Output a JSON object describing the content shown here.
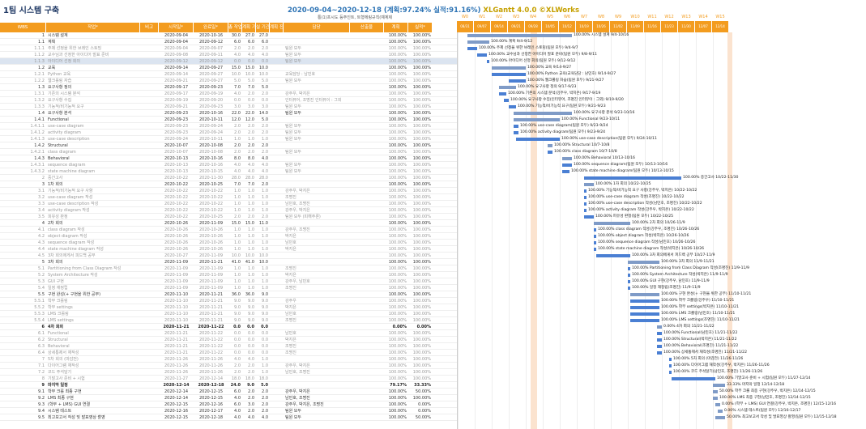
{
  "title": "1팀 시스템 구축",
  "period": "2020-09-04~2020-12-18 (계획:97.24% 실적:91.16%)",
  "brand": "XLGantt 4.0.0 ©XLWorks",
  "legend": "통(1)프시도 등주인트, 트형에링규칙(예계제",
  "headers": [
    "WBS",
    "작업*",
    "비고",
    "시작일*",
    "완료일*",
    "총 작업일",
    "계획 기간",
    "실 기간",
    "계획 진척",
    "담당",
    "산출물",
    "계획",
    "실적*"
  ],
  "weeks": [
    {
      "w": "W0",
      "d": "08/31"
    },
    {
      "w": "W1",
      "d": "09/07"
    },
    {
      "w": "W2",
      "d": "09/14"
    },
    {
      "w": "W3",
      "d": "09/21"
    },
    {
      "w": "W4",
      "d": "09/28"
    },
    {
      "w": "W5",
      "d": "10/05"
    },
    {
      "w": "W6",
      "d": "10/12"
    },
    {
      "w": "W7",
      "d": "10/19"
    },
    {
      "w": "W8",
      "d": "10/26"
    },
    {
      "w": "W9",
      "d": "11/02"
    },
    {
      "w": "W10",
      "d": "11/09"
    },
    {
      "w": "W11",
      "d": "11/16"
    },
    {
      "w": "W12",
      "d": "11/23"
    },
    {
      "w": "W13",
      "d": "11/30"
    },
    {
      "w": "W14",
      "d": "12/07"
    },
    {
      "w": "W15",
      "d": "12/14"
    }
  ],
  "rows": [
    {
      "wbs": "1",
      "task": "시스템 설계",
      "s": "2020-09-04",
      "e": "2020-10-16",
      "a": "30.0",
      "b": "27.0",
      "c": "27.0",
      "o": "",
      "p": "100.00%",
      "r": "100.00%",
      "l": 2
    },
    {
      "wbs": "1.1",
      "task": "계획",
      "s": "2020-09-04",
      "e": "2020-09-12",
      "a": "6.0",
      "b": "6.0",
      "c": "6.0",
      "o": "",
      "p": "100.00%",
      "r": "100.00%",
      "l": 2
    },
    {
      "wbs": "1.1.1",
      "task": "주제 선정을 위한 브레인 스토밍",
      "s": "2020-09-04",
      "e": "2020-09-07",
      "a": "2.0",
      "b": "2.0",
      "c": "2.0",
      "o": "팀원 모두",
      "p": "100.00%",
      "r": "100.00%",
      "l": 3
    },
    {
      "wbs": "1.1.2",
      "task": "교수님과 선정한 아이디어 발표 준비",
      "s": "2020-09-08",
      "e": "2020-09-11",
      "a": "4.0",
      "b": "4.0",
      "c": "4.0",
      "o": "팀원 모두",
      "p": "100.00%",
      "r": "100.00%",
      "l": 3
    },
    {
      "wbs": "1.1.3",
      "task": "아이디어 선정 회의",
      "s": "2020-09-12",
      "e": "2020-09-12",
      "a": "0.0",
      "b": "0.0",
      "c": "0.0",
      "o": "팀원 모두",
      "p": "100.00%",
      "r": "100.00%",
      "l": 3
    },
    {
      "wbs": "1.2",
      "task": "교육",
      "s": "2020-09-14",
      "e": "2020-09-27",
      "a": "15.0",
      "b": "15.0",
      "c": "10.0",
      "o": "",
      "p": "100.00%",
      "r": "100.00%",
      "l": 2
    },
    {
      "wbs": "1.2.1",
      "task": "Python 교육",
      "s": "2020-09-14",
      "e": "2020-09-27",
      "a": "10.0",
      "b": "10.0",
      "c": "10.0",
      "o": "교육담당 : 남민호",
      "p": "100.00%",
      "r": "100.00%",
      "l": 3
    },
    {
      "wbs": "1.2.2",
      "task": "웹크롤링 자습",
      "s": "2020-09-21",
      "e": "2020-09-27",
      "a": "5.0",
      "b": "5.0",
      "c": "5.0",
      "o": "팀원 모두",
      "p": "100.00%",
      "r": "100.00%",
      "l": 3
    },
    {
      "wbs": "1.3",
      "task": "요구사항 정의",
      "s": "2020-09-17",
      "e": "2020-09-23",
      "a": "7.0",
      "b": "7.0",
      "c": "5.0",
      "o": "",
      "p": "100.00%",
      "r": "100.00%",
      "l": 2
    },
    {
      "wbs": "1.3.1",
      "task": "기존의 시스템 분석",
      "s": "2020-09-17",
      "e": "2020-09-19",
      "a": "4.0",
      "b": "2.0",
      "c": "2.0",
      "o": "강주우, 박지은",
      "p": "100.00%",
      "r": "100.00%",
      "l": 3
    },
    {
      "wbs": "1.3.2",
      "task": "요구사항 수집",
      "s": "2020-09-19",
      "e": "2020-09-20",
      "a": "0.0",
      "b": "0.0",
      "c": "0.0",
      "o": "인터뷰어, 조명진 인터뷰이 : 그외",
      "p": "100.00%",
      "r": "100.00%",
      "l": 3
    },
    {
      "wbs": "1.3.3",
      "task": "기능적/비기능적 요구",
      "s": "2020-09-21",
      "e": "2020-09-23",
      "a": "3.0",
      "b": "3.0",
      "c": "3.0",
      "o": "팀원 모두",
      "p": "100.00%",
      "r": "100.00%",
      "l": 3
    },
    {
      "wbs": "1.4",
      "task": "요구사항 분석",
      "s": "2020-09-23",
      "e": "2020-10-16",
      "a": "22.0",
      "b": "22.0",
      "c": "14.0",
      "o": "팀원 모두",
      "p": "100.00%",
      "r": "100.00%",
      "l": 2
    },
    {
      "wbs": "1.4.1",
      "task": "Functional",
      "s": "2020-09-23",
      "e": "2020-10-11",
      "a": "12.0",
      "b": "12.0",
      "c": "5.0",
      "o": "",
      "p": "100.00%",
      "r": "100.00%",
      "l": 2
    },
    {
      "wbs": "1.4.1.1",
      "task": "use-case diagram",
      "s": "2020-09-23",
      "e": "2020-09-24",
      "a": "2.0",
      "b": "2.0",
      "c": "2.0",
      "o": "팀원 모두",
      "p": "100.00%",
      "r": "100.00%",
      "l": 3
    },
    {
      "wbs": "1.4.1.2",
      "task": "activity diagram",
      "s": "2020-09-23",
      "e": "2020-09-24",
      "a": "2.0",
      "b": "2.0",
      "c": "2.0",
      "o": "팀원 모두",
      "p": "100.00%",
      "r": "100.00%",
      "l": 3
    },
    {
      "wbs": "1.4.1.3",
      "task": "use-case description",
      "s": "2020-09-24",
      "e": "2020-10-11",
      "a": "1.0",
      "b": "1.0",
      "c": "1.0",
      "o": "팀원 모두",
      "p": "100.00%",
      "r": "100.00%",
      "l": 3
    },
    {
      "wbs": "1.4.2",
      "task": "Structural",
      "s": "2020-10-07",
      "e": "2020-10-08",
      "a": "2.0",
      "b": "2.0",
      "c": "2.0",
      "o": "",
      "p": "100.00%",
      "r": "100.00%",
      "l": 2
    },
    {
      "wbs": "1.4.2.1",
      "task": "class diagram",
      "s": "2020-10-07",
      "e": "2020-10-08",
      "a": "2.0",
      "b": "2.0",
      "c": "2.0",
      "o": "팀원 모두",
      "p": "100.00%",
      "r": "100.00%",
      "l": 3
    },
    {
      "wbs": "1.4.3",
      "task": "Behavioral",
      "s": "2020-10-13",
      "e": "2020-10-16",
      "a": "8.0",
      "b": "8.0",
      "c": "4.0",
      "o": "",
      "p": "100.00%",
      "r": "100.00%",
      "l": 2
    },
    {
      "wbs": "1.4.3.1",
      "task": "sequence diagram",
      "s": "2020-10-13",
      "e": "2020-10-16",
      "a": "4.0",
      "b": "4.0",
      "c": "4.0",
      "o": "팀원 모두",
      "p": "100.00%",
      "r": "100.00%",
      "l": 3
    },
    {
      "wbs": "1.4.3.2",
      "task": "state machine diagram",
      "s": "2020-10-13",
      "e": "2020-10-15",
      "a": "4.0",
      "b": "4.0",
      "c": "4.0",
      "o": "팀원 모두",
      "p": "100.00%",
      "r": "100.00%",
      "l": 3
    },
    {
      "wbs": "2",
      "task": "중간고사",
      "s": "2020-10-22",
      "e": "2020-11-30",
      "a": "28.0",
      "b": "28.0",
      "c": "28.0",
      "o": "",
      "p": "100.00%",
      "r": "100.00%",
      "l": 3
    },
    {
      "wbs": "3",
      "task": "1차 회의",
      "s": "2020-10-22",
      "e": "2020-10-25",
      "a": "7.0",
      "b": "7.0",
      "c": "2.0",
      "o": "",
      "p": "100.00%",
      "r": "100.00%",
      "l": 2
    },
    {
      "wbs": "3.1",
      "task": "기능적/비기능적 요구 사항",
      "s": "2020-10-22",
      "e": "2020-10-22",
      "a": "1.0",
      "b": "1.0",
      "c": "1.0",
      "o": "강주우, 박지은",
      "p": "100.00%",
      "r": "100.00%",
      "l": 3
    },
    {
      "wbs": "3.2",
      "task": "use-case diagram 작성",
      "s": "2020-10-22",
      "e": "2020-10-22",
      "a": "1.0",
      "b": "1.0",
      "c": "1.0",
      "o": "조명진",
      "p": "100.00%",
      "r": "100.00%",
      "l": 3
    },
    {
      "wbs": "3.3",
      "task": "use-case description 작성",
      "s": "2020-10-22",
      "e": "2020-10-22",
      "a": "1.0",
      "b": "1.0",
      "c": "1.0",
      "o": "남민호, 조명진",
      "p": "100.00%",
      "r": "100.00%",
      "l": 3
    },
    {
      "wbs": "3.4",
      "task": "activity diagram 작성",
      "s": "2020-10-22",
      "e": "2020-10-22",
      "a": "1.0",
      "b": "1.0",
      "c": "1.0",
      "o": "강주우, 박지은",
      "p": "100.00%",
      "r": "100.00%",
      "l": 3
    },
    {
      "wbs": "3.5",
      "task": "피유성 판정",
      "s": "2020-10-22",
      "e": "2020-10-25",
      "a": "2.0",
      "b": "2.0",
      "c": "2.0",
      "o": "팀원 모두 (피해주론)",
      "p": "100.00%",
      "r": "100.00%",
      "l": 3
    },
    {
      "wbs": "4",
      "task": "2차 회의",
      "s": "2020-10-26",
      "e": "2020-11-09",
      "a": "15.0",
      "b": "15.0",
      "c": "11.0",
      "o": "",
      "p": "100.00%",
      "r": "100.00%",
      "l": 2
    },
    {
      "wbs": "4.1",
      "task": "class diagram 작성",
      "s": "2020-10-26",
      "e": "2020-10-26",
      "a": "1.0",
      "b": "1.0",
      "c": "1.0",
      "o": "강주우, 조명진",
      "p": "100.00%",
      "r": "100.00%",
      "l": 3
    },
    {
      "wbs": "4.2",
      "task": "object diagram 작성",
      "s": "2020-10-26",
      "e": "2020-10-26",
      "a": "1.0",
      "b": "1.0",
      "c": "1.0",
      "o": "박지은",
      "p": "100.00%",
      "r": "100.00%",
      "l": 3
    },
    {
      "wbs": "4.3",
      "task": "sequence diagram 작성",
      "s": "2020-10-26",
      "e": "2020-10-26",
      "a": "1.0",
      "b": "1.0",
      "c": "1.0",
      "o": "남민호",
      "p": "100.00%",
      "r": "100.00%",
      "l": 3
    },
    {
      "wbs": "4.4",
      "task": "state machine diagram 작성",
      "s": "2020-10-26",
      "e": "2020-10-26",
      "a": "1.0",
      "b": "1.0",
      "c": "1.0",
      "o": "박지은",
      "p": "100.00%",
      "r": "100.00%",
      "l": 3
    },
    {
      "wbs": "4.5",
      "task": "3차 회의에게서 피드백 공부",
      "s": "2020-10-27",
      "e": "2020-11-09",
      "a": "10.0",
      "b": "10.0",
      "c": "10.0",
      "o": "",
      "p": "100.00%",
      "r": "100.00%",
      "l": 3
    },
    {
      "wbs": "5",
      "task": "3차 회의",
      "s": "2020-11-09",
      "e": "2020-11-21",
      "a": "41.0",
      "b": "41.0",
      "c": "10.0",
      "o": "",
      "p": "100.00%",
      "r": "100.00%",
      "l": 2
    },
    {
      "wbs": "5.1",
      "task": "Partitioning from Class Diagram 작성",
      "s": "2020-11-09",
      "e": "2020-11-09",
      "a": "1.0",
      "b": "1.0",
      "c": "1.0",
      "o": "조명진",
      "p": "100.00%",
      "r": "100.00%",
      "l": 3
    },
    {
      "wbs": "5.2",
      "task": "System Architecture 작성",
      "s": "2020-11-09",
      "e": "2020-11-09",
      "a": "1.0",
      "b": "1.0",
      "c": "1.0",
      "o": "박지은",
      "p": "100.00%",
      "r": "100.00%",
      "l": 3
    },
    {
      "wbs": "5.3",
      "task": "GUI 구현",
      "s": "2020-11-09",
      "e": "2020-11-09",
      "a": "1.0",
      "b": "1.0",
      "c": "1.0",
      "o": "강주우, 남민호",
      "p": "100.00%",
      "r": "100.00%",
      "l": 3
    },
    {
      "wbs": "5.4",
      "task": "일정 재정립",
      "s": "2020-11-09",
      "e": "2020-11-09",
      "a": "1.0",
      "b": "1.0",
      "c": "1.0",
      "o": "조명진",
      "p": "100.00%",
      "r": "100.00%",
      "l": 3
    },
    {
      "wbs": "5.5",
      "task": "구현 완성(+ 구현을 위한 공부)",
      "s": "2020-11-10",
      "e": "2020-11-21",
      "a": "36.0",
      "b": "36.0",
      "c": "9.0",
      "o": "",
      "p": "100.00%",
      "r": "100.00%",
      "l": 2
    },
    {
      "wbs": "5.5.1",
      "task": "학부 크롤링",
      "s": "2020-11-10",
      "e": "2020-11-21",
      "a": "9.0",
      "b": "9.0",
      "c": "9.0",
      "o": "강주우",
      "p": "100.00%",
      "r": "100.00%",
      "l": 3
    },
    {
      "wbs": "5.5.2",
      "task": "학부 settings",
      "s": "2020-11-10",
      "e": "2020-11-21",
      "a": "9.0",
      "b": "9.0",
      "c": "9.0",
      "o": "박지은",
      "p": "100.00%",
      "r": "100.00%",
      "l": 3
    },
    {
      "wbs": "5.5.3",
      "task": "LMS 크롤링",
      "s": "2020-11-10",
      "e": "2020-11-21",
      "a": "9.0",
      "b": "9.0",
      "c": "9.0",
      "o": "남민호",
      "p": "100.00%",
      "r": "100.00%",
      "l": 3
    },
    {
      "wbs": "5.5.4",
      "task": "LMS settings",
      "s": "2020-11-10",
      "e": "2020-11-21",
      "a": "9.0",
      "b": "9.0",
      "c": "9.0",
      "o": "조명진",
      "p": "100.00%",
      "r": "100.00%",
      "l": 3
    },
    {
      "wbs": "6",
      "task": "4차 회의",
      "s": "2020-11-21",
      "e": "2020-11-22",
      "a": "0.0",
      "b": "0.0",
      "c": "0.0",
      "o": "",
      "p": "0.00%",
      "r": "0.00%",
      "l": 1
    },
    {
      "wbs": "6.1",
      "task": "Functional",
      "s": "2020-11-21",
      "e": "2020-11-22",
      "a": "0.0",
      "b": "0.0",
      "c": "0.0",
      "o": "남민호",
      "p": "100.00%",
      "r": "100.00%",
      "l": 3
    },
    {
      "wbs": "6.2",
      "task": "Structural",
      "s": "2020-11-21",
      "e": "2020-11-22",
      "a": "0.0",
      "b": "0.0",
      "c": "0.0",
      "o": "박지은",
      "p": "100.00%",
      "r": "100.00%",
      "l": 3
    },
    {
      "wbs": "6.3",
      "task": "Behavioral",
      "s": "2020-11-21",
      "e": "2020-11-22",
      "a": "0.0",
      "b": "0.0",
      "c": "0.0",
      "o": "조명진",
      "p": "100.00%",
      "r": "100.00%",
      "l": 3
    },
    {
      "wbs": "6.4",
      "task": "상세통제서 재작성",
      "s": "2020-11-21",
      "e": "2020-11-22",
      "a": "0.0",
      "b": "0.0",
      "c": "0.0",
      "o": "조명진",
      "p": "100.00%",
      "r": "100.00%",
      "l": 3
    },
    {
      "wbs": "7",
      "task": "5차 회의 (마감전)",
      "s": "2020-11-26",
      "e": "2020-11-26",
      "a": "4.0",
      "b": "4.0",
      "c": "1.0",
      "o": "",
      "p": "100.00%",
      "r": "100.00%",
      "l": 3
    },
    {
      "wbs": "7.1",
      "task": "다이어그램 재작성",
      "s": "2020-11-26",
      "e": "2020-11-26",
      "a": "2.0",
      "b": "2.0",
      "c": "1.0",
      "o": "강주우, 박지은",
      "p": "100.00%",
      "r": "100.00%",
      "l": 3
    },
    {
      "wbs": "7.2",
      "task": "코드 주석달기",
      "s": "2020-11-26",
      "e": "2020-11-26",
      "a": "2.0",
      "b": "2.0",
      "c": "1.0",
      "o": "남민호, 조명진",
      "p": "100.00%",
      "r": "100.00%",
      "l": 3
    },
    {
      "wbs": "8",
      "task": "기말고사 준비 + 시험",
      "s": "2020-11-27",
      "e": "2020-12-14",
      "a": "18.0",
      "b": "18.0",
      "c": "18.0",
      "o": "",
      "p": "100.00%",
      "r": "100.00%",
      "l": 3
    },
    {
      "wbs": "9",
      "task": "마지막 일정",
      "s": "2020-12-14",
      "e": "2020-12-18",
      "a": "24.0",
      "b": "9.0",
      "c": "5.0",
      "o": "",
      "p": "79.17%",
      "r": "33.33%",
      "l": 1
    },
    {
      "wbs": "9.1",
      "task": "학부 크롤 최종 구현",
      "s": "2020-12-14",
      "e": "2020-12-15",
      "a": "6.0",
      "b": "2.0",
      "c": "2.0",
      "o": "강주우, 박지은",
      "p": "100.00%",
      "r": "50.00%",
      "l": 2
    },
    {
      "wbs": "9.2",
      "task": "LMS 최종 구현",
      "s": "2020-12-14",
      "e": "2020-12-15",
      "a": "4.0",
      "b": "2.0",
      "c": "2.0",
      "o": "남민호, 조명진",
      "p": "100.00%",
      "r": "100.00%",
      "l": 2
    },
    {
      "wbs": "9.3",
      "task": "(학부 + LMS) GUI 연결",
      "s": "2020-12-15",
      "e": "2020-12-16",
      "a": "6.0",
      "b": "3.0",
      "c": "2.0",
      "o": "강주우, 박지은, 조명진",
      "p": "100.00%",
      "r": "0.00%",
      "l": 2
    },
    {
      "wbs": "9.4",
      "task": "시스템 테스트",
      "s": "2020-12-16",
      "e": "2020-12-17",
      "a": "4.0",
      "b": "2.0",
      "c": "2.0",
      "o": "팀원 모두",
      "p": "100.00%",
      "r": "0.00%",
      "l": 2
    },
    {
      "wbs": "9.5",
      "task": "최고보고서 작성 및 발표영상 촬영",
      "s": "2020-12-15",
      "e": "2020-12-18",
      "a": "4.0",
      "b": "4.0",
      "c": "4.0",
      "o": "팀원 모두",
      "p": "100.00%",
      "r": "50.00%",
      "l": 2
    }
  ],
  "gantt_labels": [
    "100.00% 시스템 설계 9/4-10/16",
    "100.00% 계획 9/4-9/12",
    "100.00% 주제 선정을 위한 브레인 스토밍(팀원 모두) 9/4-9/7",
    "100.00% 교수님과 선정한 아이디어 발표 준비(팀원 모두) 9/8-9/11",
    "100.00% 아이디어 선정 회의(팀원 모두) 9/12-9/12",
    "100.00% 교육 9/14-9/27",
    "100.00% Python 교육(교육담당 : 남민호) 9/14-9/27",
    "100.00% 웹크롤링 자습(팀원 모두) 9/21-9/27",
    "100.00% 요구사항 정의 9/17-9/23",
    "100.00% 기존의 시스템 분석(강주우, 박지은) 9/17-9/19",
    "100.00% 요구사항 수집(인터뷰어, 조명진 인터뷰이 : 그외) 9/19-9/20",
    "100.00% 기능적/비기능적 요구(팀원 모두) 9/21-9/23",
    "100.00% 요구사항 분석 9/23-10/16",
    "100.00% Functional 9/23-10/11",
    "100.00% use-case diagram(팀원 모두) 9/23-9/24",
    "100.00% activity diagram(팀원 모두) 9/23-9/24",
    "100.00% use-case description(팀원 모두) 9/24-10/11",
    "100.00% Structural 10/7-10/8",
    "100.00% class diagram 10/7-10/8",
    "100.00% Behavioral 10/13-10/16",
    "100.00% sequence diagram(팀원 모두) 10/13-10/16",
    "100.00% state machine diagram(팀원 모두) 10/13-10/15",
    "100.00% 중간고사 10/22-11/30",
    "100.00% 1차 회의 10/22-10/25",
    "100.00% 기능적/비기능적 요구 사항(강주우, 박지은) 10/22-10/22",
    "100.00% use-case diagram 작성(조명진) 10/22-10/22",
    "100.00% use-case description 작성(남민호, 조명진) 10/22-10/22",
    "100.00% activity diagram 작성(강주우, 박지은) 10/22-10/22",
    "100.00% 피유성 판정(팀원 모두) 10/22-10/25",
    "100.00% 2차 회의 10/26-11/9",
    "100.00% class diagram 작성(강주우, 조명진) 10/26-10/26",
    "100.00% object diagram 작성(박지은) 10/26-10/26",
    "100.00% sequence diagram 작성(남민호) 10/26-10/26",
    "100.00% state machine diagram 작성(박지은) 10/26-10/26",
    "100.00% 3차 회의에게서 피드백 공부 10/27-11/9",
    "100.00% 3차 회의 11/9-11/21",
    "100.00% Partitioning from Class Diagram 작성(조명진) 11/9-11/9",
    "100.00% System Architecture 작성(박지은) 11/9-11/9",
    "100.00% GUI 구현(강주우, 남민호) 11/9-11/9",
    "100.00% 일정 재정립(조명진) 11/9-11/9",
    "100.00% 구현 완성(+ 구현을 위한 공부) 11/10-11/21",
    "100.00% 학부 크롤링(강주우) 11/10-11/21",
    "100.00% 학부 settings(박지은) 11/10-11/21",
    "100.00% LMS 크롤링(남민호) 11/10-11/21",
    "100.00% LMS settings(조명진) 11/10-11/21",
    "0.00% 4차 회의 11/21-11/22",
    "100.00% Functional(남민호) 11/21-11/22",
    "100.00% Structural(박지은) 11/21-11/22",
    "100.00% Behavioral(조명진) 11/21-11/22",
    "100.00% 상세통제서 재작성(조명진) 11/21-11/22",
    "100.00% 5차 회의 (마감전) 11/26-11/26",
    "100.00% 다이어그램 재작성(강주우, 박지은) 11/26-11/26",
    "100.00% 코드 주석달기(남민호, 조명진) 11/26-11/26",
    "100.00% 기말고사 준비 + 시험(팀원 모두) 11/27-12/14",
    "33.33% 마지막 일정 12/14-12/18",
    "50.00% 학부 크롤 최종 구현(강주우, 박지은) 12/14-12/15",
    "100.00% LMS 최종 구현(남민호, 조명진) 12/14-12/15",
    "0.00% (학부 + LMS) GUI 연결(강주우, 박지은, 조명진) 12/15-12/16",
    "0.00% 시스템 테스트(팀원 모두) 12/16-12/17",
    "50.00% 최고보고서 작성 및 발표영상 촬영(팀원 모두) 12/15-12/18"
  ]
}
